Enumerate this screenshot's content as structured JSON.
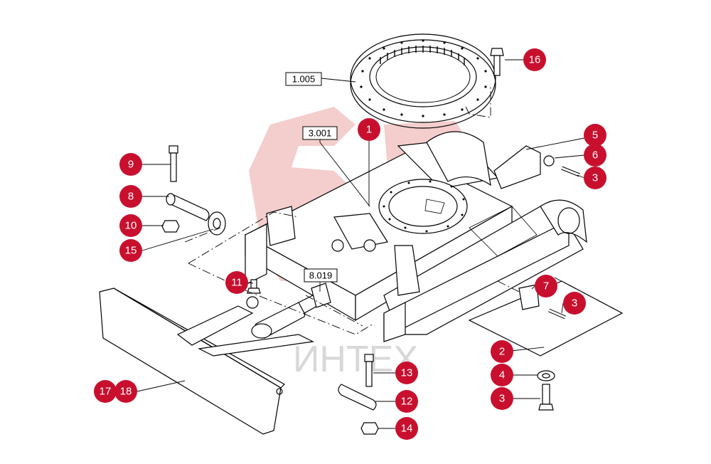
{
  "colors": {
    "callout": "#c8102e",
    "watermark_logo": "#f2c4c4",
    "watermark_text": "#d8d8d8",
    "line": "#000000"
  },
  "watermark": {
    "text": "ИНТЕХ"
  },
  "refs": [
    {
      "id": "ref-1005",
      "label": "1.005"
    },
    {
      "id": "ref-3001",
      "label": "3.001"
    },
    {
      "id": "ref-8019",
      "label": "8.019"
    }
  ],
  "callouts": [
    {
      "id": "c16",
      "label": "16"
    },
    {
      "id": "c1",
      "label": "1"
    },
    {
      "id": "c5",
      "label": "5"
    },
    {
      "id": "c6",
      "label": "6"
    },
    {
      "id": "c3a",
      "label": "3"
    },
    {
      "id": "c9",
      "label": "9"
    },
    {
      "id": "c8",
      "label": "8"
    },
    {
      "id": "c10",
      "label": "10"
    },
    {
      "id": "c15",
      "label": "15"
    },
    {
      "id": "c11",
      "label": "11"
    },
    {
      "id": "c7",
      "label": "7"
    },
    {
      "id": "c3b",
      "label": "3"
    },
    {
      "id": "c2",
      "label": "2"
    },
    {
      "id": "c4",
      "label": "4"
    },
    {
      "id": "c3c",
      "label": "3"
    },
    {
      "id": "c13",
      "label": "13"
    },
    {
      "id": "c12",
      "label": "12"
    },
    {
      "id": "c14",
      "label": "14"
    },
    {
      "id": "c17",
      "label": "17"
    },
    {
      "id": "c18",
      "label": "18"
    }
  ]
}
